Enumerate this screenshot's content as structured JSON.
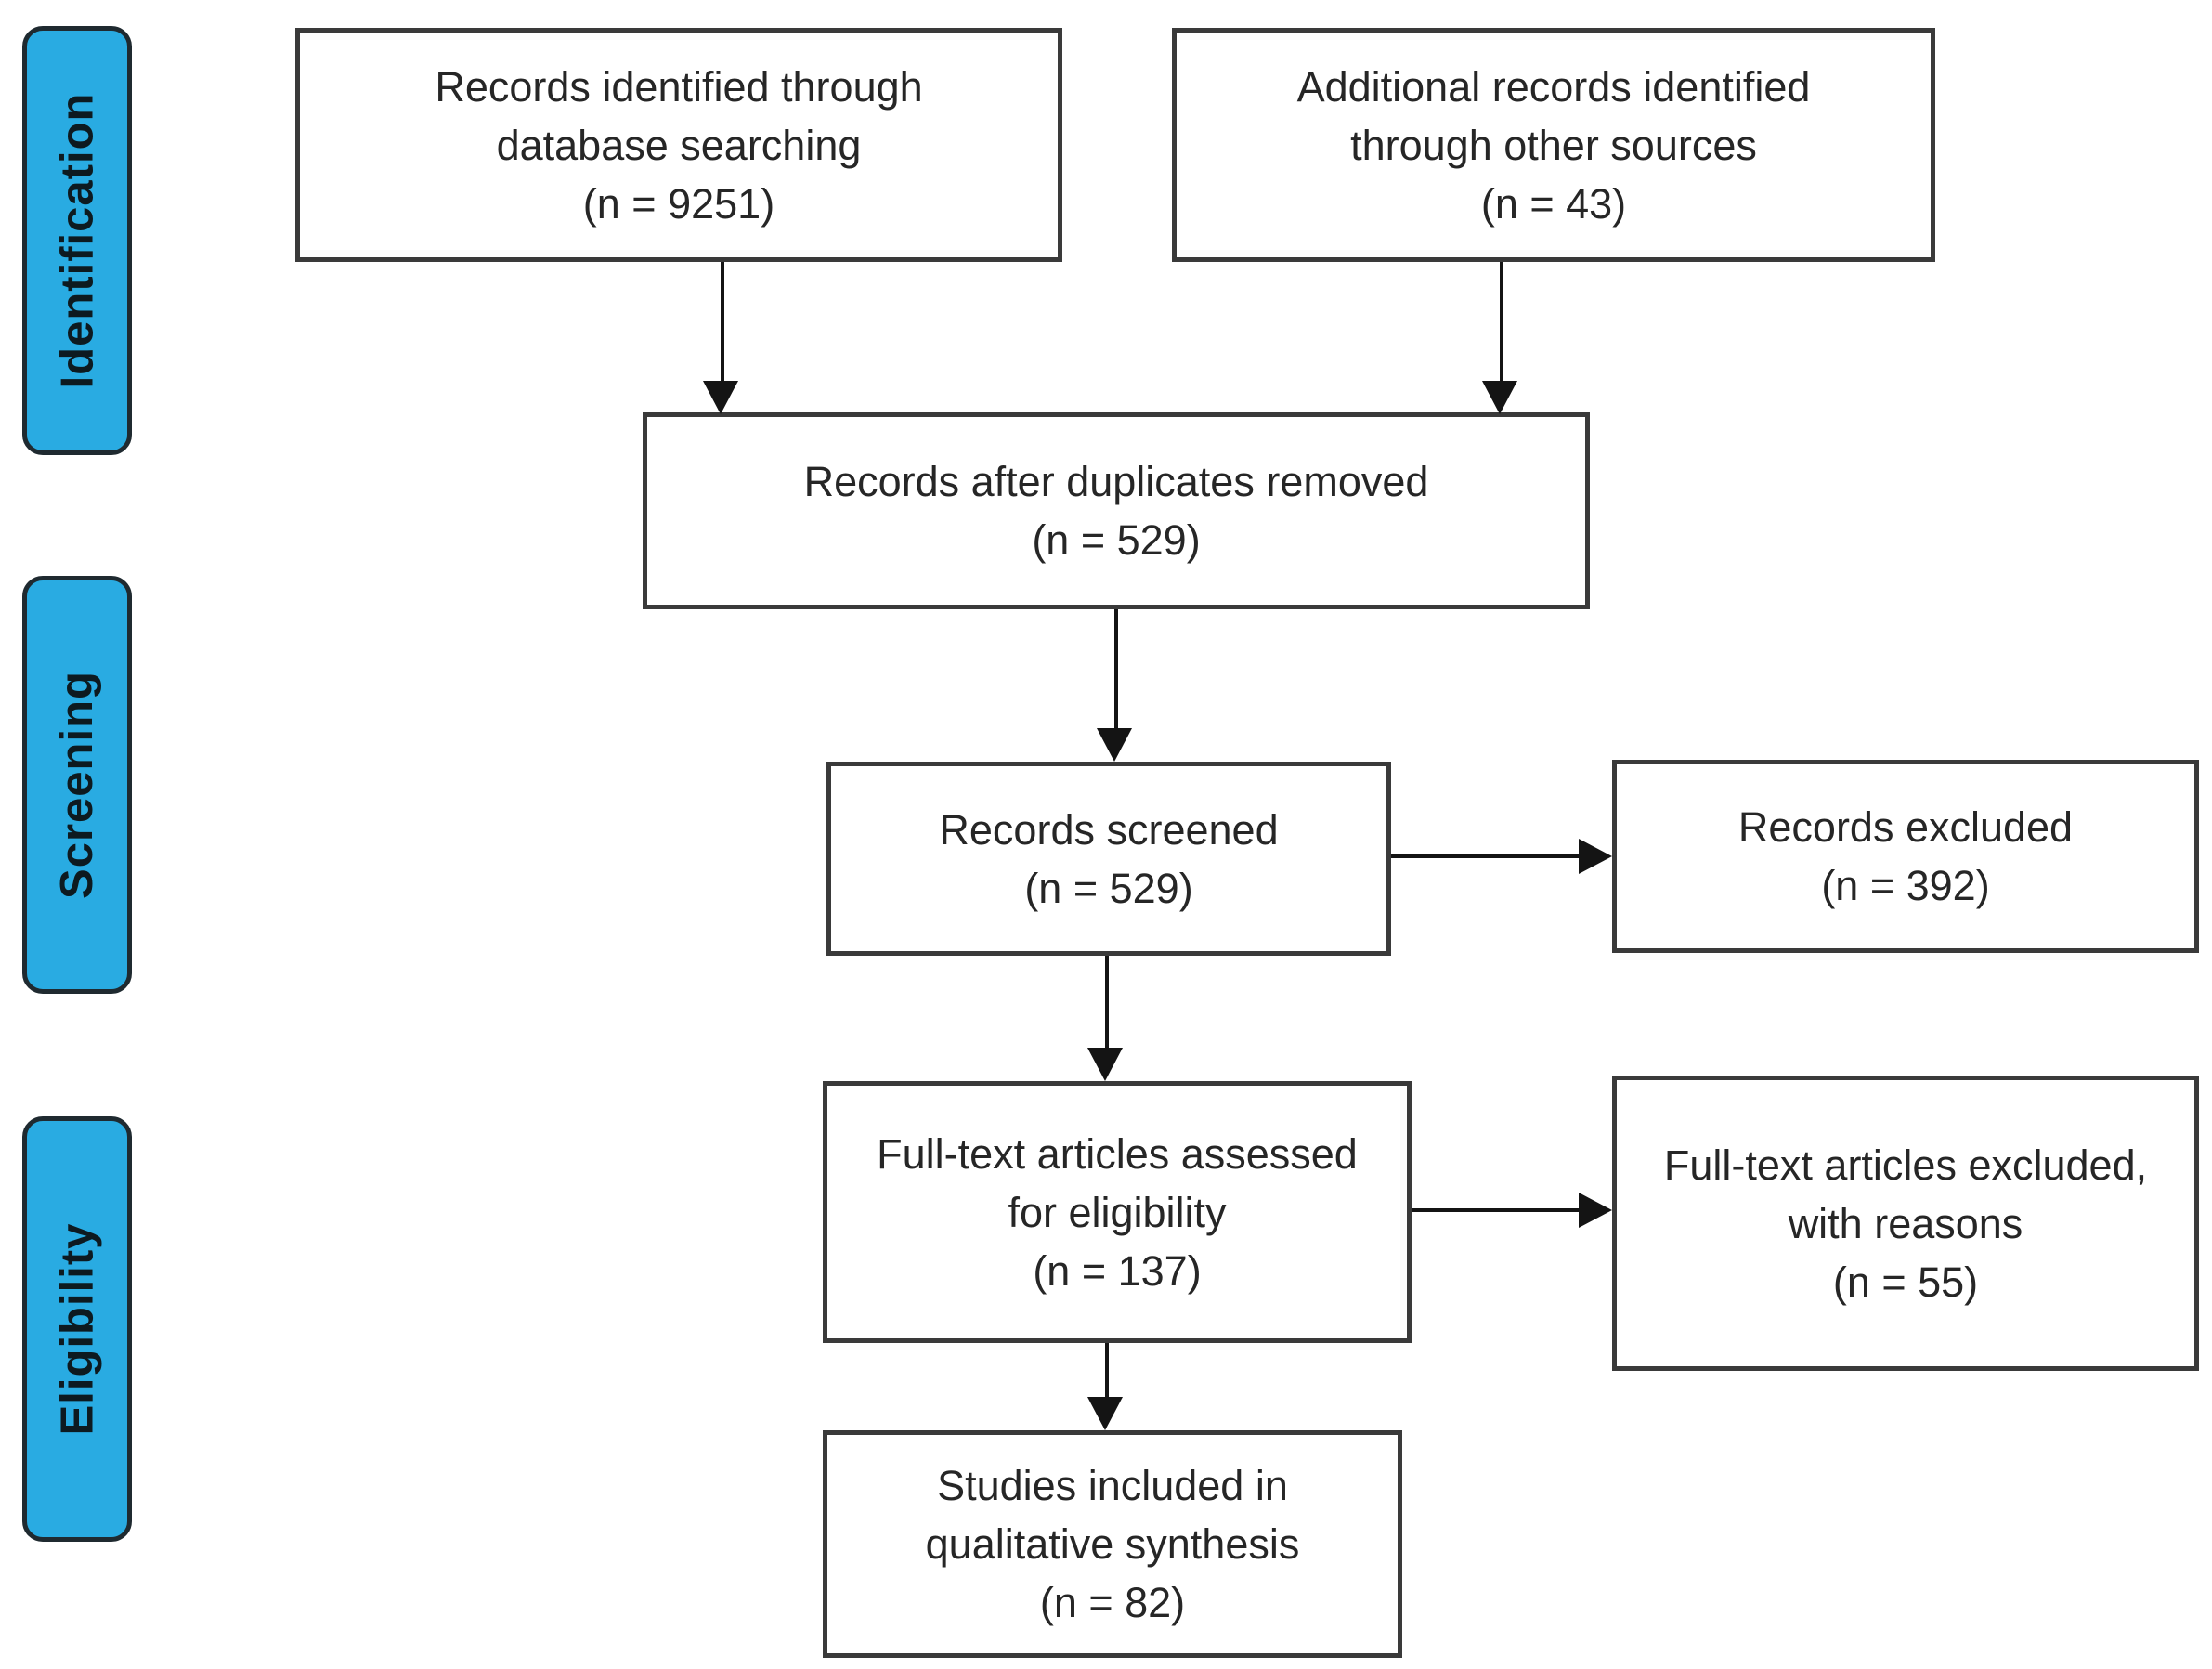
{
  "diagram": {
    "type": "prisma-flow",
    "colors": {
      "stage_fill": "#29ABE2",
      "stage_border": "#1F2A30",
      "box_border": "#3A3A3A",
      "arrow": "#141414",
      "text": "#262626",
      "background": "#FFFFFF"
    },
    "stages": {
      "identification": {
        "label": "Identification"
      },
      "screening": {
        "label": "Screening"
      },
      "eligibility": {
        "label": "Eligibility"
      }
    },
    "boxes": {
      "identified": {
        "line1": "Records identified through",
        "line2": "database searching",
        "line3": "(n = 9251)",
        "n": 9251
      },
      "additional": {
        "line1": "Additional records identified",
        "line2": "through other sources",
        "line3": "(n = 43)",
        "n": 43
      },
      "deduplicated": {
        "line1": "Records after duplicates removed",
        "line2": "(n = 529)",
        "n": 529
      },
      "screened": {
        "line1": "Records screened",
        "line2": "(n = 529)",
        "n": 529
      },
      "excluded": {
        "line1": "Records excluded",
        "line2": "(n = 392)",
        "n": 392
      },
      "fulltext": {
        "line1": "Full-text articles assessed",
        "line2": "for eligibility",
        "line3": "(n = 137)",
        "n": 137
      },
      "fulltext_excluded": {
        "line1": "Full-text articles excluded,",
        "line2": "with reasons",
        "line3": "(n = 55)",
        "n": 55
      },
      "included": {
        "line1": "Studies included in",
        "line2": "qualitative synthesis",
        "line3": "(n = 82)",
        "n": 82
      }
    },
    "edges": [
      {
        "from": "identified",
        "to": "deduplicated"
      },
      {
        "from": "additional",
        "to": "deduplicated"
      },
      {
        "from": "deduplicated",
        "to": "screened"
      },
      {
        "from": "screened",
        "to": "excluded"
      },
      {
        "from": "screened",
        "to": "fulltext"
      },
      {
        "from": "fulltext",
        "to": "fulltext_excluded"
      },
      {
        "from": "fulltext",
        "to": "included"
      }
    ]
  }
}
